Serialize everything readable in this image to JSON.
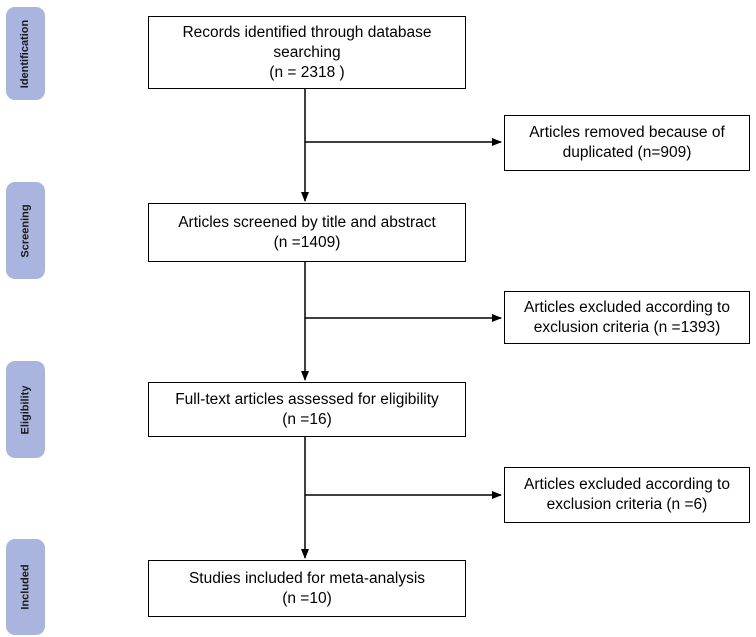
{
  "stages": [
    {
      "id": "identification",
      "label": "Identification"
    },
    {
      "id": "screening",
      "label": "Screening"
    },
    {
      "id": "eligibility",
      "label": "Eligibility"
    },
    {
      "id": "included",
      "label": "Included"
    }
  ],
  "main_boxes": [
    {
      "id": "records-identified",
      "lines": [
        "Records identified through database",
        "searching",
        "(n = 2318 )"
      ]
    },
    {
      "id": "articles-screened",
      "lines": [
        "Articles screened by title and abstract",
        "(n =1409)"
      ]
    },
    {
      "id": "full-text-assessed",
      "lines": [
        "Full-text articles assessed for eligibility",
        "(n =16)"
      ]
    },
    {
      "id": "studies-included",
      "lines": [
        "Studies included for meta-analysis",
        "(n =10)"
      ]
    }
  ],
  "side_boxes": [
    {
      "id": "removed-duplicates",
      "lines": [
        "Articles removed because of",
        "duplicated (n=909)"
      ]
    },
    {
      "id": "excluded-criteria-1",
      "lines": [
        "Articles excluded according to",
        "exclusion criteria  (n =1393)"
      ]
    },
    {
      "id": "excluded-criteria-2",
      "lines": [
        "Articles excluded according to",
        "exclusion criteria (n =6)"
      ]
    }
  ]
}
